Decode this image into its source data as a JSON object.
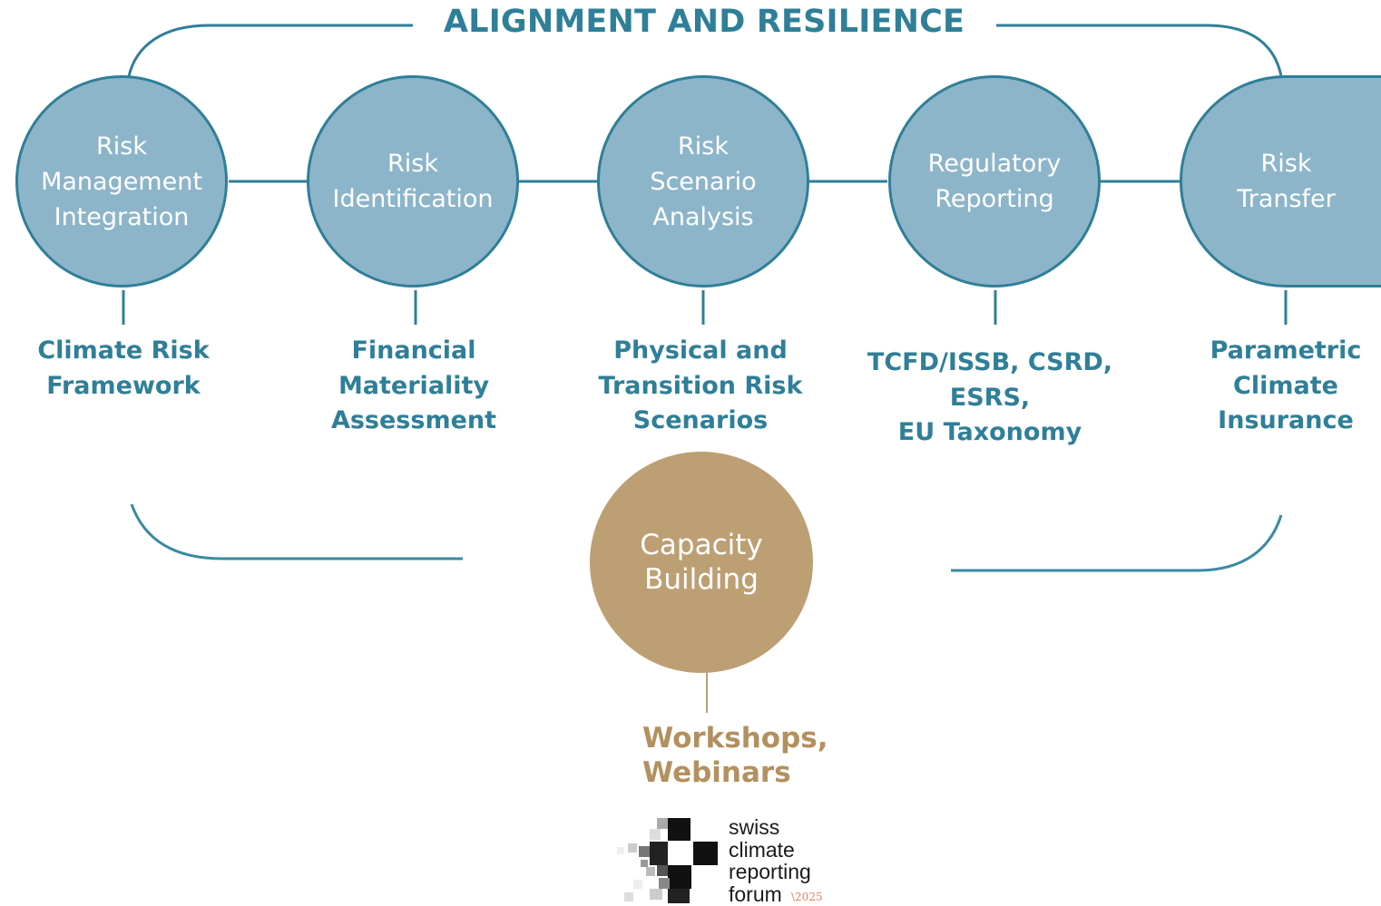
{
  "title": "ALIGNMENT AND RESILIENCE",
  "colors": {
    "teal": "#2f7f98",
    "circle_fill": "#8db5c9",
    "gold": "#bd9f74",
    "gold_text": "#b3905f"
  },
  "nodes": [
    {
      "label": "Risk\nManagement\nIntegration",
      "caption": "Climate Risk\nFramework"
    },
    {
      "label": "Risk\nIdentification",
      "caption": "Financial\nMateriality\nAssessment"
    },
    {
      "label": "Risk\nScenario\nAnalysis",
      "caption": "Physical and\nTransition Risk\nScenarios"
    },
    {
      "label": "Regulatory\nReporting",
      "caption": "TCFD/ISSB, CSRD,\nESRS,\nEU Taxonomy"
    },
    {
      "label": "Risk\nTransfer",
      "caption": "Parametric\nClimate\nInsurance"
    }
  ],
  "capacity": {
    "label": "Capacity\nBuilding",
    "caption": "Workshops,\nWebinars"
  },
  "logo": {
    "text": "swiss\nclimate\nreporting\nforum",
    "year": "\\2025",
    "icon": "pixel-cross-logo-icon"
  }
}
